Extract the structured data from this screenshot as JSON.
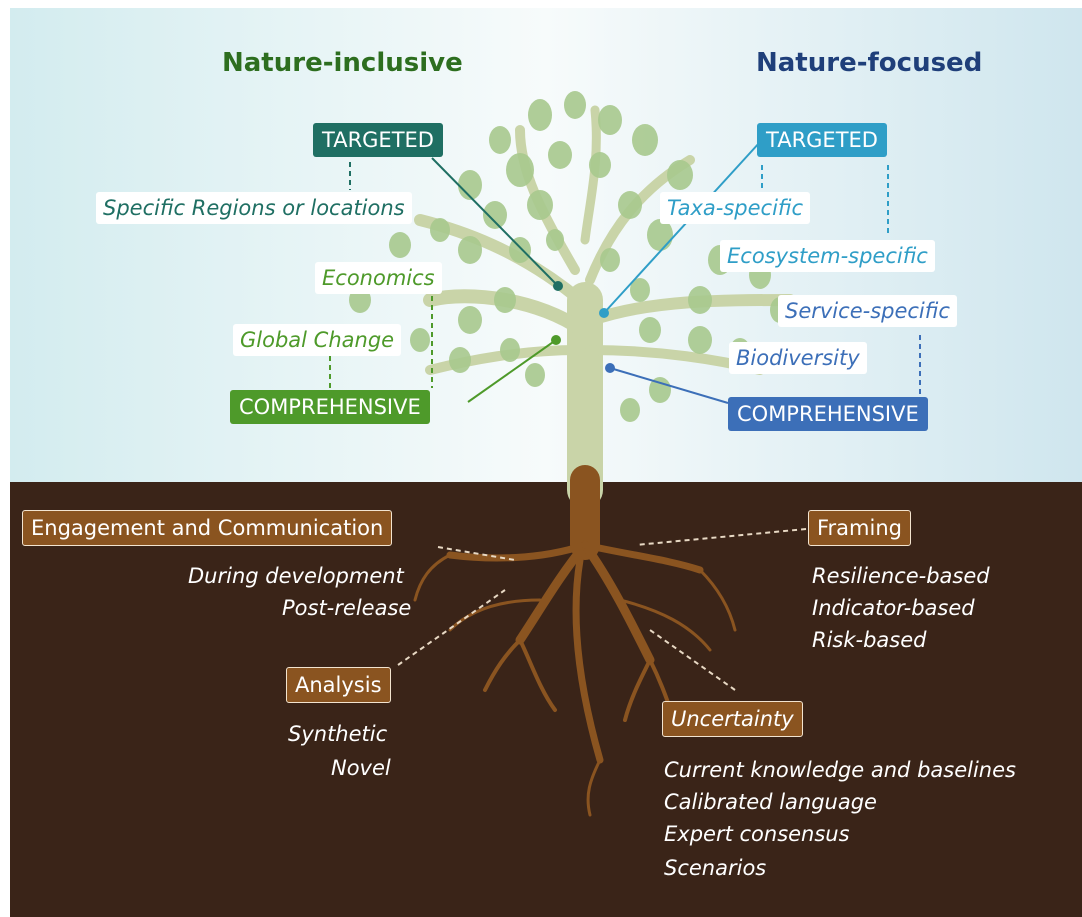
{
  "colors": {
    "sky_top": "#cfe9ee",
    "soil": "#3a2418",
    "inclusive_dark": "#1f6f63",
    "inclusive_green": "#4e9a2a",
    "focused_teal": "#2f9ec7",
    "focused_blue": "#3c6fb8",
    "root_brown": "#8a5420"
  },
  "nature_inclusive": {
    "title": "Nature-inclusive",
    "targeted_label": "TARGETED",
    "targeted_items": [
      "Specific Regions or locations"
    ],
    "comprehensive_label": "COMPREHENSIVE",
    "comprehensive_items": [
      "Economics",
      "Global Change"
    ]
  },
  "nature_focused": {
    "title": "Nature-focused",
    "targeted_label": "TARGETED",
    "targeted_items": [
      "Taxa-specific",
      "Ecosystem-specific"
    ],
    "comprehensive_label": "COMPREHENSIVE",
    "comprehensive_items": [
      "Service-specific",
      "Biodiversity"
    ]
  },
  "roots": {
    "engagement": {
      "label": "Engagement and Communication",
      "items": [
        "During development",
        "Post-release"
      ]
    },
    "framing": {
      "label": "Framing",
      "items": [
        "Resilience-based",
        "Indicator-based",
        "Risk-based"
      ]
    },
    "analysis": {
      "label": "Analysis",
      "items": [
        "Synthetic",
        "Novel"
      ]
    },
    "uncertainty": {
      "label": "Uncertainty",
      "items": [
        "Current knowledge and baselines",
        "Calibrated language",
        "Expert consensus",
        "Scenarios"
      ]
    }
  }
}
